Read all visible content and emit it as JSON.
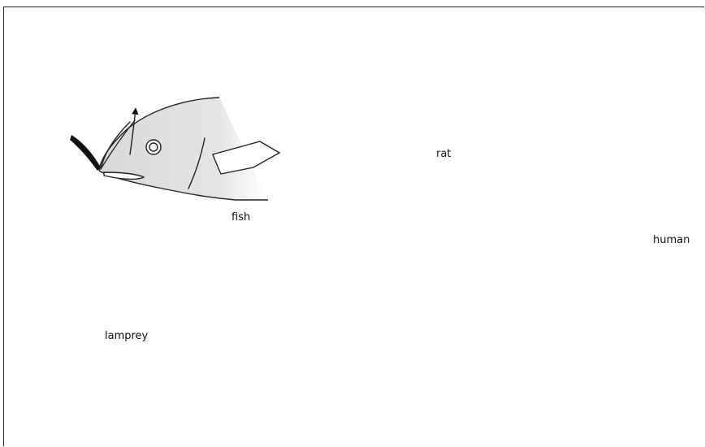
{
  "labels": {
    "fish": "fish",
    "rat": "rat",
    "human": "human",
    "lamprey": "lamprey"
  },
  "colors": {
    "body_fill": "#d9d9d9",
    "outline": "#222222",
    "arrow": "#111111"
  }
}
